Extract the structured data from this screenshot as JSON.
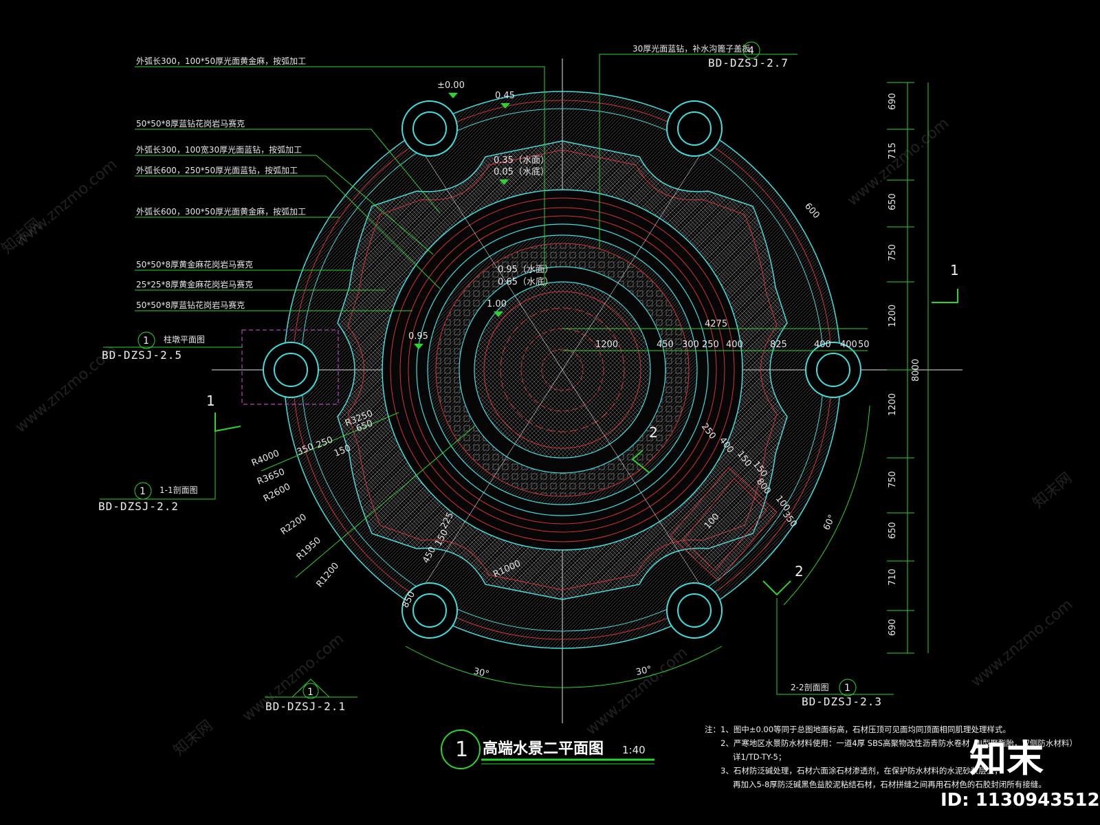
{
  "title": {
    "circle_no": "1",
    "text": "高端水景二平面图",
    "scale": "1:40"
  },
  "leaders": [
    "外弧长300，100*50厚光面黄金麻，按弧加工",
    "50*50*8厚蓝钻花岗岩马赛克",
    "外弧长300，100宽30厚光面蓝钻，按弧加工",
    "外弧长600，250*50厚光面蓝钻，按弧加工",
    "外弧长600，300*50厚光面黄金麻，按弧加工",
    "50*50*8厚黄金麻花岗岩马赛克",
    "25*25*8厚黄金麻花岗岩马赛克",
    "50*50*8厚蓝钻花岗岩马赛克"
  ],
  "top_note": "30厚光面蓝钻，补水沟篦子盖板",
  "refs": {
    "r4": {
      "no": "4",
      "code": "BD-DZSJ-2.7"
    },
    "r25": {
      "no": "1",
      "caption": "柱墩平面图",
      "code": "BD-DZSJ-2.5"
    },
    "r22": {
      "no": "1",
      "caption": "1-1剖面图",
      "code": "BD-DZSJ-2.2"
    },
    "r21": {
      "no": "1",
      "code": "BD-DZSJ-2.1"
    },
    "r23": {
      "no": "1",
      "caption": "2-2剖面图",
      "code": "BD-DZSJ-2.3"
    }
  },
  "section_marks": {
    "s1_left": "1",
    "s1_right": "1",
    "s2_upper": "2",
    "s2_lower": "2"
  },
  "elevations": {
    "e1": "±0.00",
    "e2": "0.45",
    "e3": "0.35（水面）",
    "e4": "0.05（水底）",
    "e5": "0.95（水面）",
    "e6": "0.65（水底）",
    "e7": "1.00",
    "e8": "0.95"
  },
  "right_dims": [
    "690",
    "715",
    "650",
    "750",
    "1200",
    "1200",
    "750",
    "650",
    "710",
    "690"
  ],
  "right_total": "8000",
  "horiz_total": "4275",
  "horiz_dims": [
    "1200",
    "450",
    "300",
    "250",
    "400",
    "825",
    "400",
    "400",
    "50"
  ],
  "radii": [
    "R4000",
    "R3650",
    "R2600",
    "R2200",
    "R1950",
    "R1200",
    "R3250",
    "R1000"
  ],
  "misc_dims": [
    "350",
    "250",
    "650",
    "150",
    "600",
    "850",
    "450",
    "150",
    "225",
    "250",
    "400",
    "150",
    "150",
    "800",
    "100",
    "350",
    "100"
  ],
  "angles": [
    "30°",
    "30°",
    "60°"
  ],
  "notes": [
    "注：1、图中±0.00等同于总图地面标高，石材压顶可见面均同顶面相同肌理处理样式。",
    "2、严寒地区水景防水材料使用：一道4厚 SBS高聚物改性沥青防水卷材（II型聚酯胎，双侧防水材料）",
    "详1/TD-TY-5；",
    "3、石材防泛碱处理，石材六面涂石材渗透剂，在保护防水材料的水泥砂浆层上，",
    "再加入5-8厚防泛碱黑色益胶泥粘结石材，石材拼缝之间再用石材色的石胶封闭所有接缝。"
  ],
  "watermark": {
    "site": "www.znzmo.com",
    "brand": "知末网"
  },
  "logo": "知末",
  "id_label": "ID: 1130943512",
  "colors": {
    "cyan": "#3fe0e0",
    "green": "#2bd62b",
    "red": "#d8323a",
    "white": "#e6e6e6",
    "magenta": "#c040c8",
    "hatch": "#9a9a9a"
  }
}
